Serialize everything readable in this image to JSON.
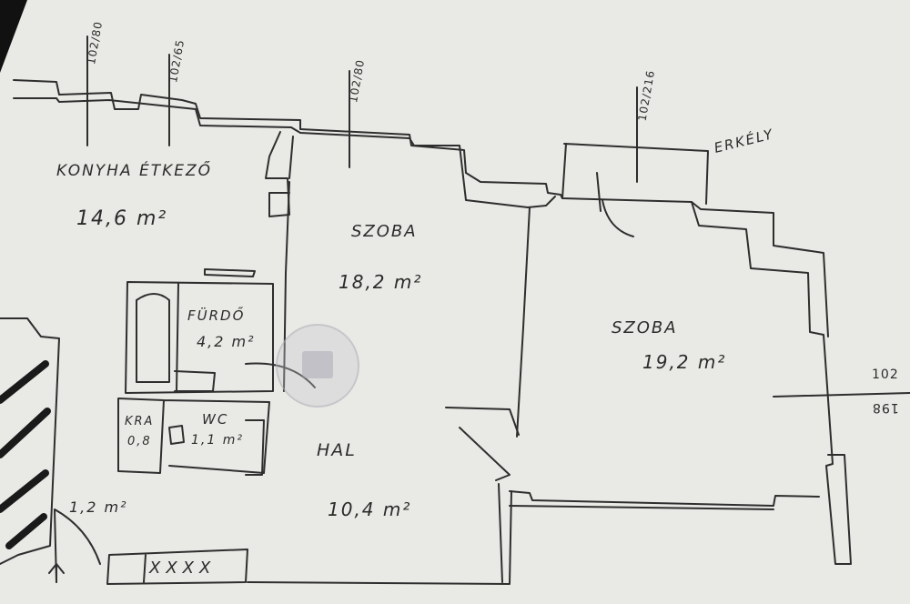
{
  "plan": {
    "rooms": [
      {
        "name": "KONYHA ÉTKEZŐ",
        "area": "14,6 m²"
      },
      {
        "name": "SZOBA",
        "area": "18,2 m²"
      },
      {
        "name": "SZOBA",
        "area": "19,2 m²"
      },
      {
        "name": "FÜRDŐ",
        "area": "4,2 m²"
      },
      {
        "name": "KRA",
        "area": "0,8"
      },
      {
        "name": "WC",
        "area": "1,1 m²"
      },
      {
        "name": "HAL",
        "area": "10,4 m²"
      }
    ],
    "entry_area": "1,2 m²",
    "balcony": "ERKÉLY",
    "storage": "XXXX",
    "dimensions": [
      {
        "top": "102",
        "bottom": "80"
      },
      {
        "top": "102",
        "bottom": "65"
      },
      {
        "top": "102",
        "bottom": "80"
      },
      {
        "top": "102",
        "bottom": "216"
      },
      {
        "top": "102",
        "bottom": "198"
      }
    ]
  },
  "watermark_icon": "house-logo-icon",
  "colors": {
    "paper": "#e9e9e6",
    "ink": "#2b2b2b",
    "background": "#111111"
  }
}
